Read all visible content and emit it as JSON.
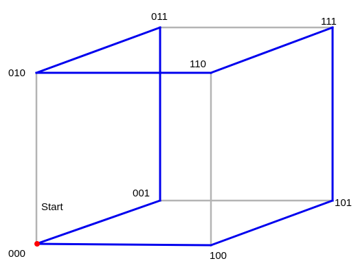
{
  "colors": {
    "gray_edge": "#b4b4b4",
    "blue_edge": "#0000ee",
    "start_marker": "#ff0000",
    "label": "#000000"
  },
  "vertices": {
    "v000": "000",
    "v001": "001",
    "v010": "010",
    "v011": "011",
    "v100": "100",
    "v101": "101",
    "v110": "110",
    "v111": "111"
  },
  "start_label": "Start",
  "path": [
    "000",
    "100",
    "101",
    "111",
    "110",
    "010",
    "011",
    "001",
    "000"
  ]
}
